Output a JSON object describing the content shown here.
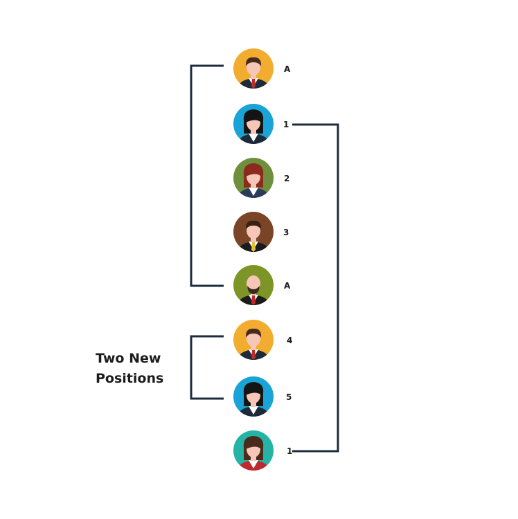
{
  "caption": {
    "line1": "Two New",
    "line2": "Positions"
  },
  "colors": {
    "bracket": "#1d2b3e",
    "skin": "#f6c7b8"
  },
  "people": [
    {
      "label": "A",
      "icon": "man-tie-icon",
      "bg": "#f2ad30",
      "hair": "#4a2a1a",
      "suit": "#1e2a38",
      "tie": "#c0282d"
    },
    {
      "label": "1",
      "icon": "woman-black-hair-icon",
      "bg": "#1aa3d6",
      "hair": "#141414",
      "suit": "#1e2a38",
      "tie": ""
    },
    {
      "label": "2",
      "icon": "woman-red-hair-icon",
      "bg": "#6e8f3b",
      "hair": "#8b2a1d",
      "suit": "#2a3c5a",
      "tie": ""
    },
    {
      "label": "3",
      "icon": "man-yellow-tie-icon",
      "bg": "#7a4527",
      "hair": "#3a2114",
      "suit": "#1b1b1b",
      "tie": "#e3c23a"
    },
    {
      "label": "A",
      "icon": "bald-bearded-man-icon",
      "bg": "#7d9527",
      "hair": "",
      "suit": "#1b1b1b",
      "tie": "#c0282d"
    },
    {
      "label": "4",
      "icon": "man-tie-icon",
      "bg": "#f2ad30",
      "hair": "#4a2a1a",
      "suit": "#1e2a38",
      "tie": "#c0282d"
    },
    {
      "label": "5",
      "icon": "woman-black-hair-icon",
      "bg": "#1aa3d6",
      "hair": "#141414",
      "suit": "#1e2a38",
      "tie": ""
    },
    {
      "label": "1",
      "icon": "woman-brown-hair-icon",
      "bg": "#25b3a6",
      "hair": "#4a2a1a",
      "suit": "#c0282d",
      "tie": ""
    }
  ]
}
